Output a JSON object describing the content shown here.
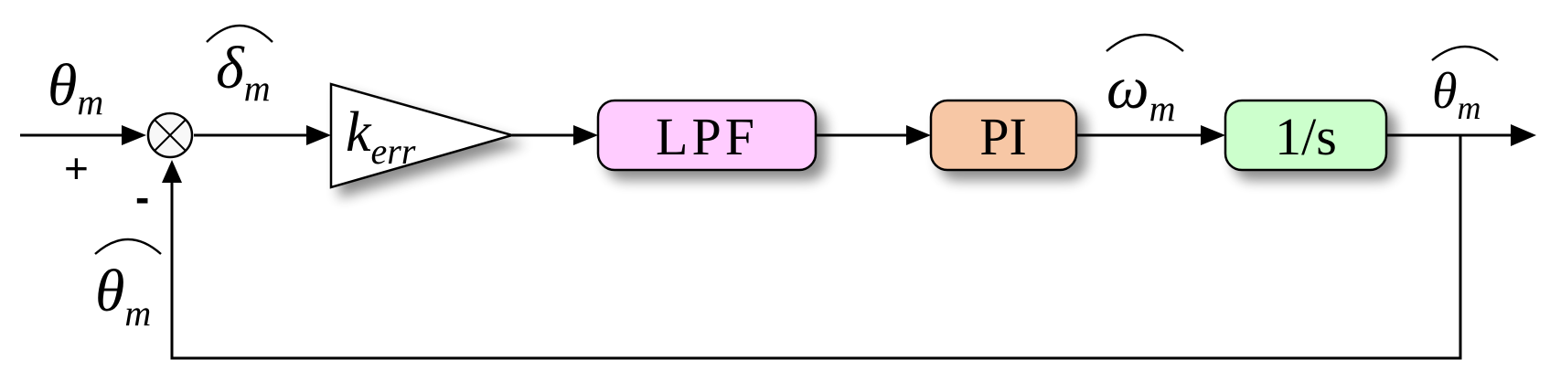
{
  "diagram": {
    "input_signal": {
      "symbol": "θ",
      "subscript": "m"
    },
    "summing_junction": {
      "plus_sign": "+",
      "minus_sign": "-"
    },
    "error_signal": {
      "symbol": "δ",
      "subscript": "m"
    },
    "gain_block": {
      "symbol": "k",
      "subscript": "err"
    },
    "lpf_block": {
      "label": "LPF",
      "color": "#ffccff"
    },
    "pi_block": {
      "label": "PI",
      "color": "#f7c7a5"
    },
    "speed_signal": {
      "symbol": "ω",
      "subscript": "m"
    },
    "integrator_block": {
      "label": "1/s",
      "color": "#ccffcc"
    },
    "output_signal": {
      "symbol": "θ",
      "subscript": "m"
    },
    "feedback_signal": {
      "symbol": "θ",
      "subscript": "m"
    }
  }
}
